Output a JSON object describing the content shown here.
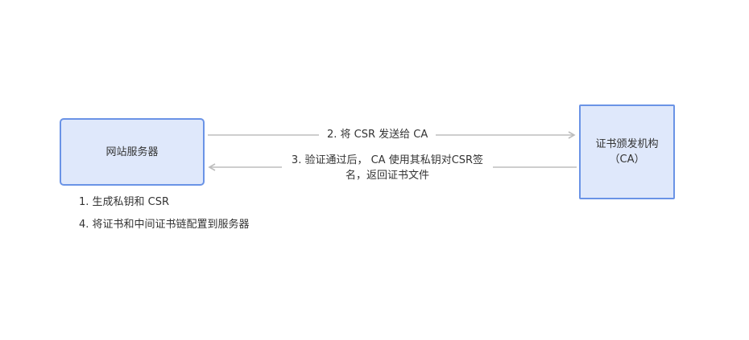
{
  "nodes": {
    "website": {
      "label": "网站服务器"
    },
    "ca": {
      "line1": "证书颁发机构",
      "line2": "（CA）"
    }
  },
  "edges": {
    "step2": "2. 将 CSR 发送给 CA",
    "step3_line1": "3. 验证通过后， CA 使用其私钥对CSR签",
    "step3_line2": "名，返回证书文件"
  },
  "notes": {
    "step1": "1. 生成私钥和 CSR",
    "step4": "4. 将证书和中间证书链配置到服务器"
  },
  "colors": {
    "node_fill": "#dfe8fb",
    "node_border": "#6a93e6",
    "arrow": "#bdbdbd",
    "text": "#333333"
  }
}
